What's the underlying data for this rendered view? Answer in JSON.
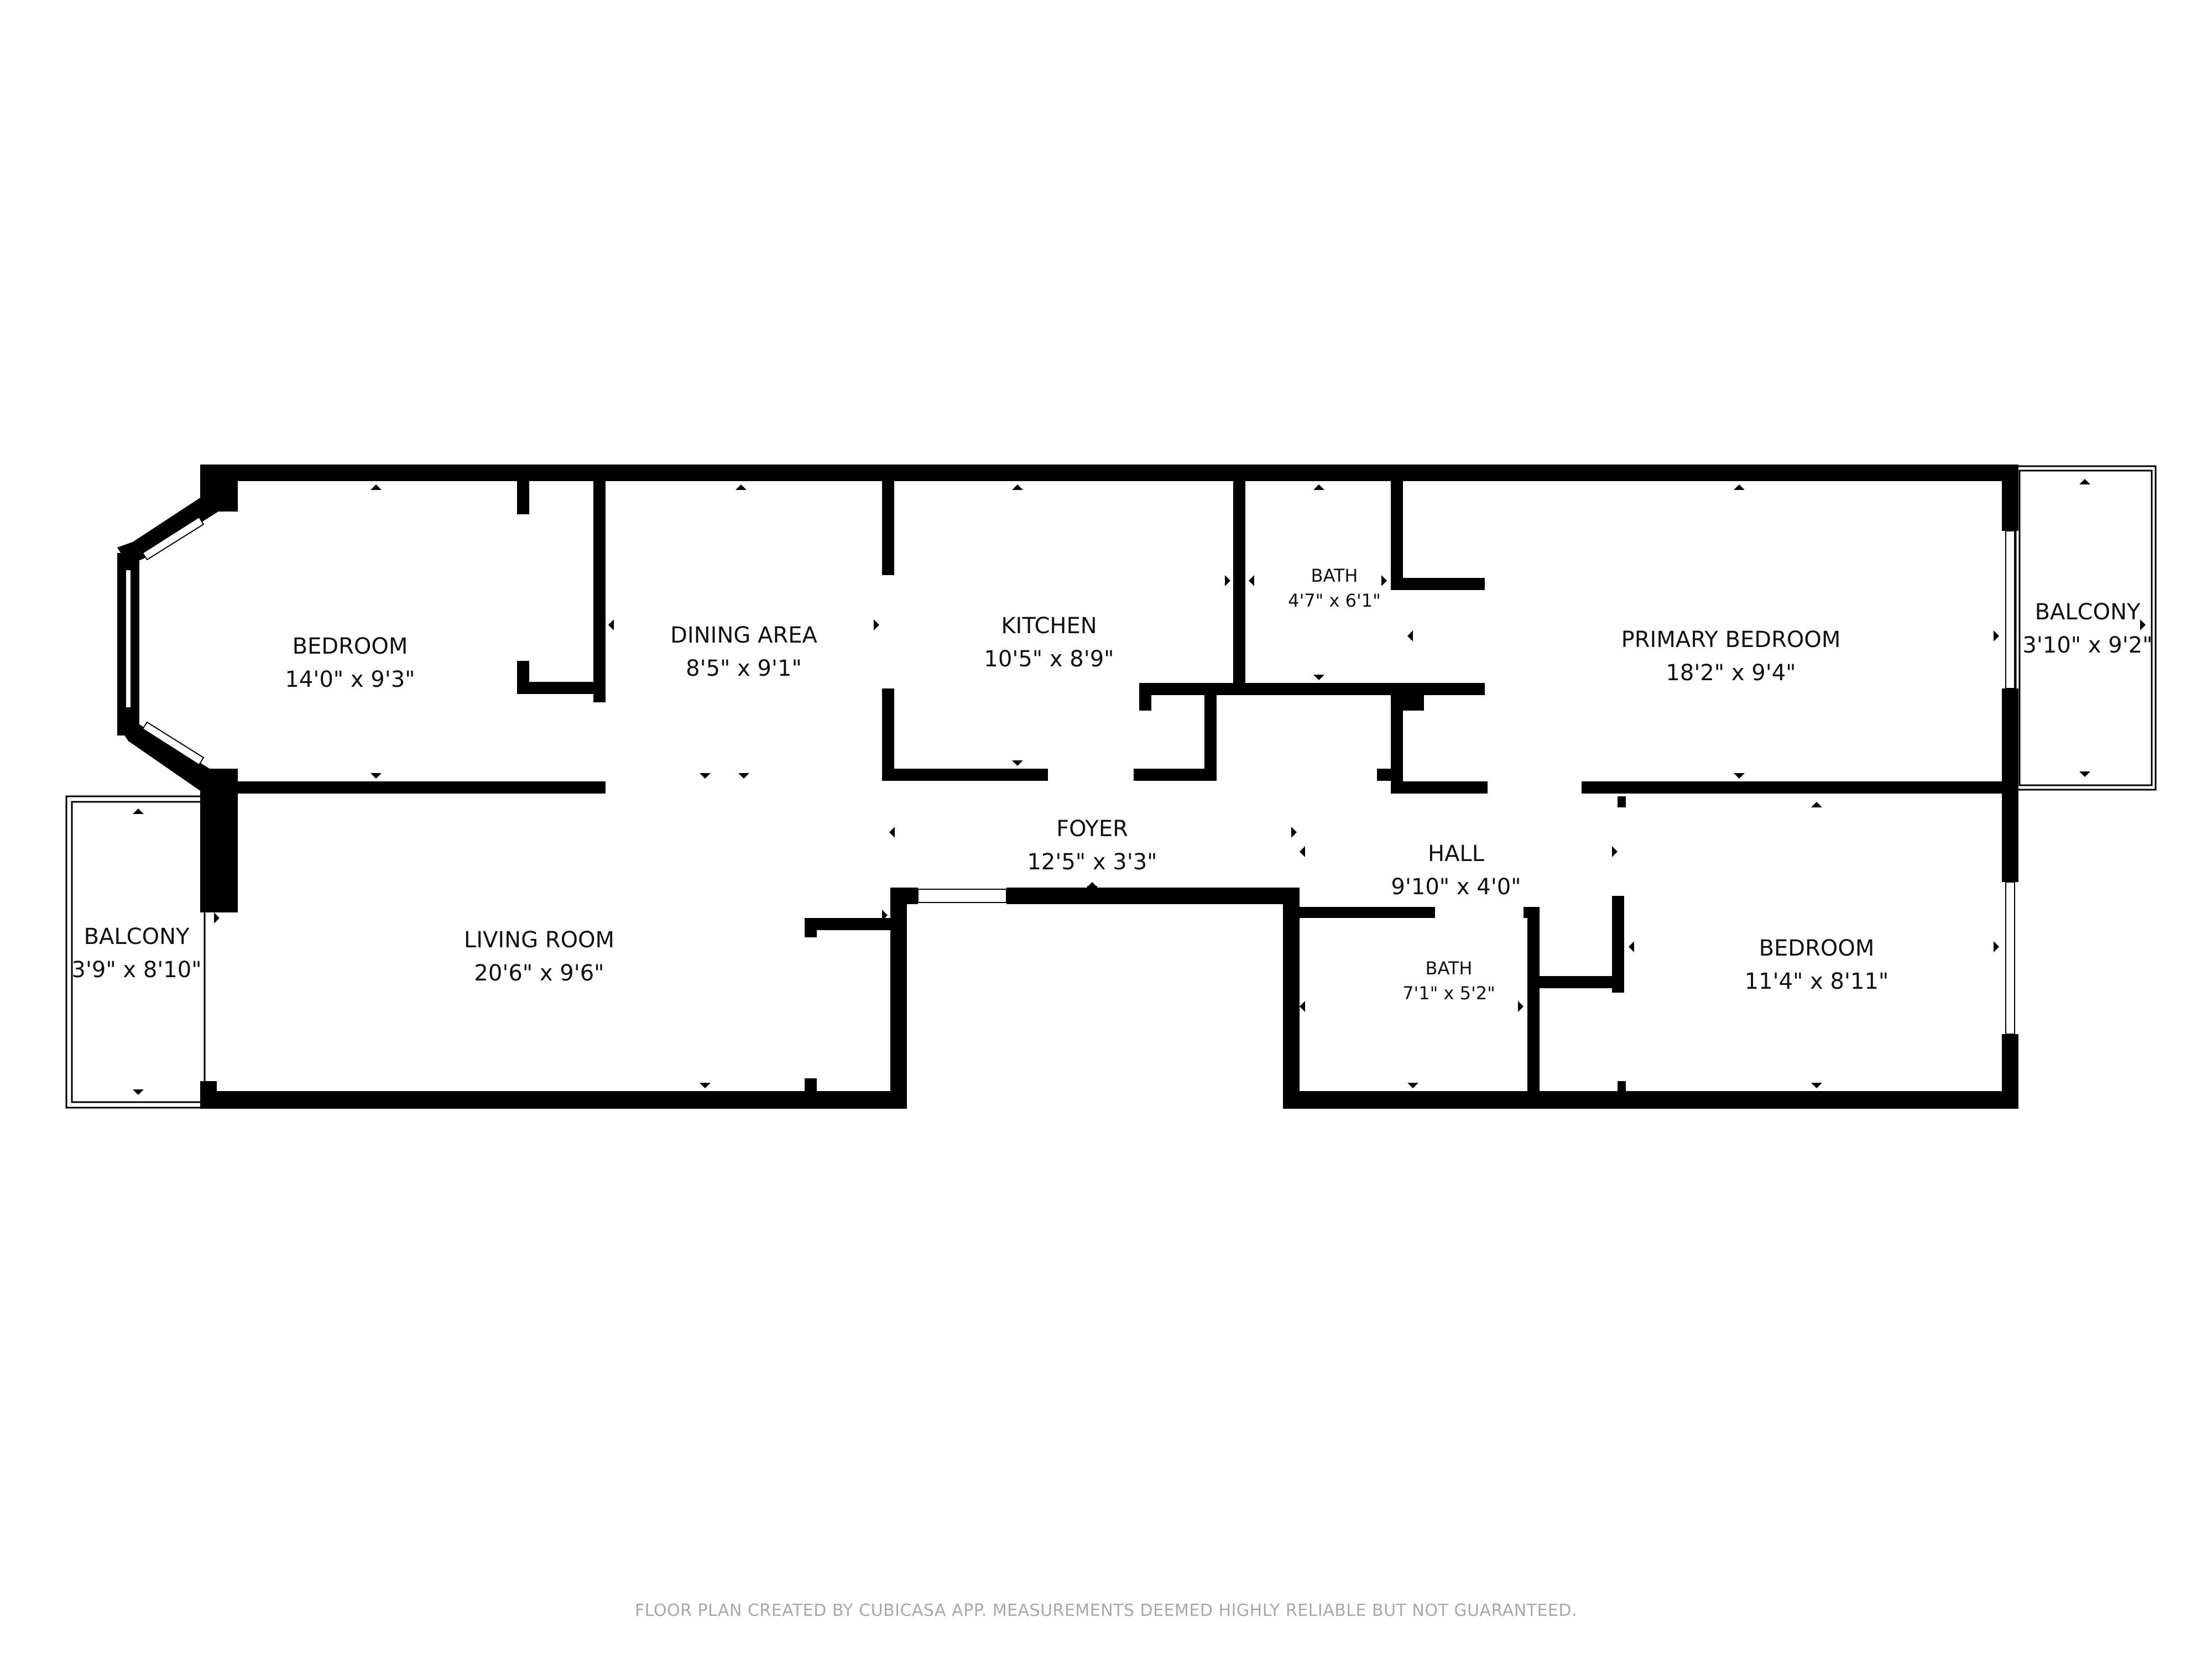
{
  "rooms": {
    "bedroom_1": {
      "name": "BEDROOM",
      "dims": "14'0\" x 9'3\""
    },
    "dining": {
      "name": "DINING AREA",
      "dims": "8'5\" x 9'1\""
    },
    "kitchen": {
      "name": "KITCHEN",
      "dims": "10'5\" x 8'9\""
    },
    "bath_1": {
      "name": "BATH",
      "dims": "4'7\" x 6'1\""
    },
    "primary_bedroom": {
      "name": "PRIMARY BEDROOM",
      "dims": "18'2\" x 9'4\""
    },
    "balcony_right": {
      "name": "BALCONY",
      "dims": "3'10\" x 9'2\""
    },
    "balcony_left": {
      "name": "BALCONY",
      "dims": "3'9\" x 8'10\""
    },
    "living": {
      "name": "LIVING ROOM",
      "dims": "20'6\" x 9'6\""
    },
    "foyer": {
      "name": "FOYER",
      "dims": "12'5\" x 3'3\""
    },
    "hall": {
      "name": "HALL",
      "dims": "9'10\" x 4'0\""
    },
    "bath_2": {
      "name": "BATH",
      "dims": "7'1\" x 5'2\""
    },
    "bedroom_2": {
      "name": "BEDROOM",
      "dims": "11'4\" x 8'11\""
    }
  },
  "footer": "FLOOR PLAN CREATED BY CUBICASA APP. MEASUREMENTS DEEMED HIGHLY RELIABLE BUT NOT GUARANTEED.",
  "colors": {
    "wall": "#000000",
    "text": "#111111",
    "footer": "#a8a8a8",
    "background": "#ffffff"
  }
}
